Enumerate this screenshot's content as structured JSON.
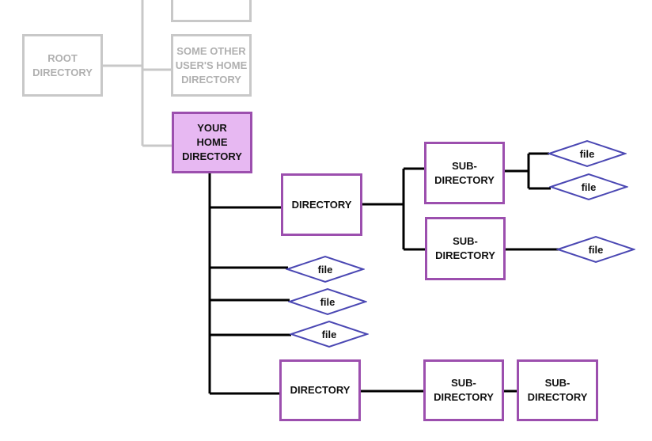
{
  "root_directory": "ROOT\nDIRECTORY",
  "other_user_home": "SOME OTHER\nUSER'S HOME\nDIRECTORY",
  "your_home": "YOUR\nHOME\nDIRECTORY",
  "directory_1": "DIRECTORY",
  "directory_2": "DIRECTORY",
  "subdirectory_1": "SUB-\nDIRECTORY",
  "subdirectory_2": "SUB-\nDIRECTORY",
  "subdirectory_3": "SUB-\nDIRECTORY",
  "subdirectory_4": "SUB-\nDIRECTORY",
  "file_label": "file",
  "colors": {
    "gray_border": "#c8c8c8",
    "purple_border": "#9c4fae",
    "home_fill": "#e7b8f2",
    "file_diamond": "#4a47b3",
    "connector": "#000000"
  }
}
